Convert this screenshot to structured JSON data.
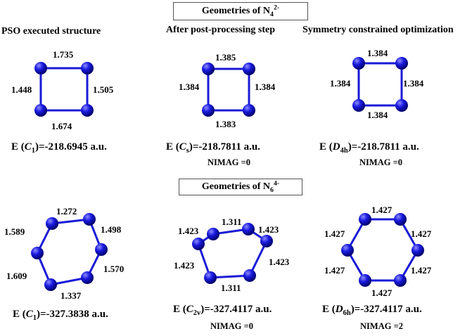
{
  "section_n4": {
    "title_prefix": "Geometries of N",
    "title_sub": "4",
    "title_sup": "2-"
  },
  "section_n6": {
    "title_prefix": "Geometries of N",
    "title_sub": "6",
    "title_sup": "4-"
  },
  "columns": {
    "c1": "PSO executed structure",
    "c2": "After post-processing step",
    "c3": "Symmetry constrained optimization"
  },
  "n4": {
    "pso": {
      "bonds": [
        "1.735",
        "1.505",
        "1.674",
        "1.448"
      ],
      "energy_prefix": "E (",
      "sym": "C",
      "sym_sub": "1",
      "energy_suffix": ")=-218.6945 a.u."
    },
    "post": {
      "bonds": [
        "1.385",
        "1.384",
        "1.383",
        "1.384"
      ],
      "energy_prefix": "E (",
      "sym": "C",
      "sym_sub": "s",
      "energy_suffix": ")=-218.7811 a.u.",
      "nimag": "NIMAG =0"
    },
    "sym": {
      "bonds": [
        "1.384",
        "1.384",
        "1.384",
        "1.384"
      ],
      "energy_prefix": "E (",
      "sym": "D",
      "sym_sub": "4h",
      "energy_suffix": ")=-218.7811 a.u.",
      "nimag": "NIMAG =0"
    }
  },
  "n6": {
    "pso": {
      "bonds": [
        "1.272",
        "1.498",
        "1.570",
        "1.337",
        "1.609",
        "1.589"
      ],
      "energy_prefix": "E (",
      "sym": "C",
      "sym_sub": "1",
      "energy_suffix": ")=-327.3838 a.u."
    },
    "post": {
      "bonds": [
        "1.311",
        "1.423",
        "1.423",
        "1.311",
        "1.423",
        "1.423"
      ],
      "energy_prefix": "E (",
      "sym": "C",
      "sym_sub": "2v",
      "energy_suffix": ")=-327.4117 a.u.",
      "nimag": "NIMAG =0"
    },
    "sym": {
      "bonds": [
        "1.427",
        "1.427",
        "1.427",
        "1.427",
        "1.427",
        "1.427"
      ],
      "energy_prefix": "E (",
      "sym": "D",
      "sym_sub": "6h",
      "energy_suffix": ")=-327.4117 a.u.",
      "nimag": "NIMAG =2"
    }
  },
  "colors": {
    "atom": "#1a1ad6",
    "bond": "#1a1ad6",
    "box_border": "#555555"
  }
}
